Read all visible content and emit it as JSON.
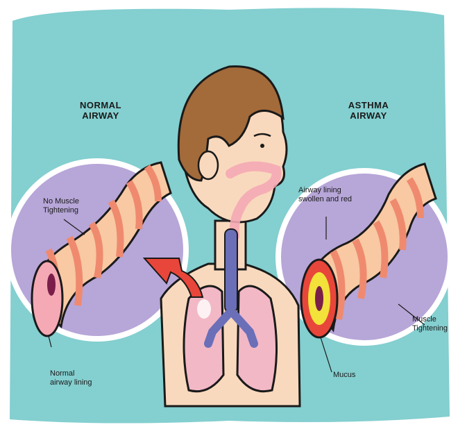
{
  "headings": {
    "normal": [
      "NORMAL",
      "AIRWAY"
    ],
    "asthma": [
      "ASTHMA",
      "AIRWAY"
    ]
  },
  "labels": {
    "no_muscle": [
      "No Muscle",
      "Tightening"
    ],
    "normal_lining": [
      "Normal",
      "airway lining"
    ],
    "lining_swollen": [
      "Airway lining",
      "swollen and red"
    ],
    "muscle_tightening": [
      "Muscle",
      "Tightening"
    ],
    "mucus": "Mucus"
  },
  "colors": {
    "background": "#84cfd0",
    "bubble": "#b7a6d8",
    "airway_light": "#f8c9a3",
    "airway_dark": "#ef8a6f",
    "lung": "#f2b8c6",
    "trachea": "#6a6fb8",
    "skin": "#f9d9bd",
    "hair": "#a36a3a",
    "arrow": "#e8463a",
    "mucus": "#f2e23a"
  },
  "icons": [
    "boy-figure",
    "lungs-icon",
    "arrow-icon",
    "normal-airway-tube",
    "asthma-airway-tube"
  ]
}
